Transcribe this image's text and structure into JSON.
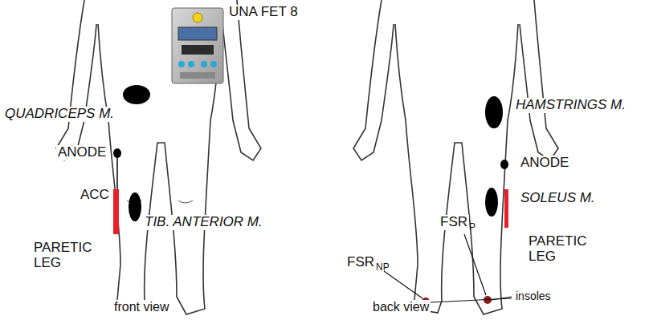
{
  "diagram": {
    "labels": [
      "UNA FET 8",
      "QUADRICEPS M.",
      "ANODE",
      "ACC",
      "TIB. ANTERIOR M.",
      "PARETIC LEG",
      "front view",
      "HAMSTRINGS M.",
      "ANODE",
      "SOLEUS M.",
      "PARETIC LEG",
      "FSR",
      "P",
      "FSR",
      "NP",
      "insoles",
      "back view"
    ]
  }
}
